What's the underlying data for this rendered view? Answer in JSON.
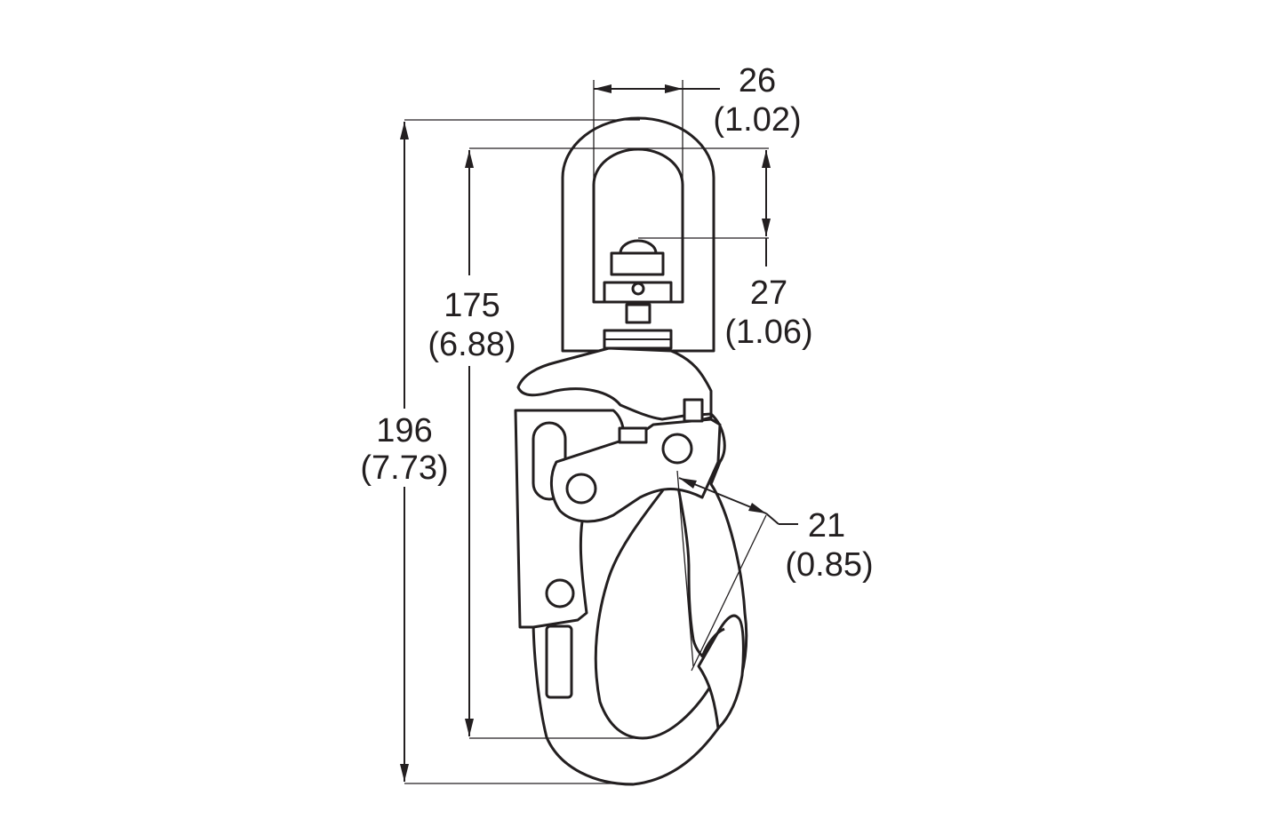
{
  "dimensions": {
    "overall_length": {
      "mm": "196",
      "in": "(7.73)"
    },
    "body_length": {
      "mm": "175",
      "in": "(6.88)"
    },
    "eye_width": {
      "mm": "26",
      "in": "(1.02)"
    },
    "eye_inner_length": {
      "mm": "27",
      "in": "(1.06)"
    },
    "gate_opening": {
      "mm": "21",
      "in": "(0.85)"
    }
  },
  "colors": {
    "line": "#231f20",
    "background": "#ffffff"
  }
}
